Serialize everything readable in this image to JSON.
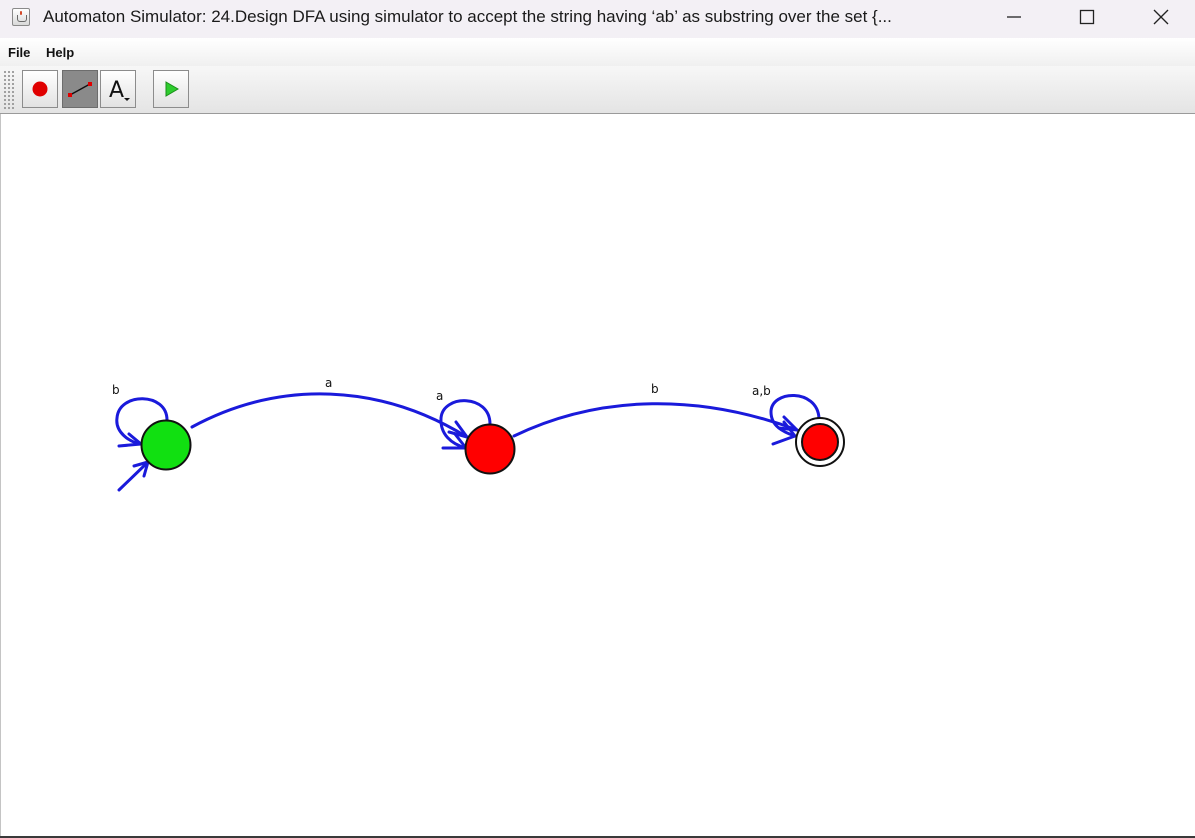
{
  "window": {
    "title": "Automaton Simulator: 24.Design DFA using simulator to accept the string having ‘ab’ as substring over the set {...",
    "icon": "java-cup-icon"
  },
  "menu": {
    "items": [
      "File",
      "Help"
    ]
  },
  "toolbar": {
    "tools": [
      {
        "name": "state-tool",
        "icon": "red-circle-icon",
        "pressed": false
      },
      {
        "name": "transition-tool",
        "icon": "arrow-line-icon",
        "pressed": true
      },
      {
        "name": "text-tool",
        "icon": "text-a-icon",
        "label": "A",
        "pressed": false
      },
      {
        "name": "run-tool",
        "icon": "green-play-icon",
        "pressed": false
      }
    ]
  },
  "automaton": {
    "states": [
      {
        "id": "q0",
        "color": "#11e011",
        "start": true,
        "accepting": false
      },
      {
        "id": "q1",
        "color": "#ff0000",
        "start": false,
        "accepting": false
      },
      {
        "id": "q2",
        "color": "#ff0000",
        "start": false,
        "accepting": true
      }
    ],
    "transitions": [
      {
        "from": "q0",
        "to": "q0",
        "label": "b"
      },
      {
        "from": "q0",
        "to": "q1",
        "label": "a"
      },
      {
        "from": "q1",
        "to": "q1",
        "label": "a"
      },
      {
        "from": "q1",
        "to": "q2",
        "label": "b"
      },
      {
        "from": "q2",
        "to": "q2",
        "label": "a,b"
      }
    ],
    "edge_color": "#1a1adb"
  }
}
